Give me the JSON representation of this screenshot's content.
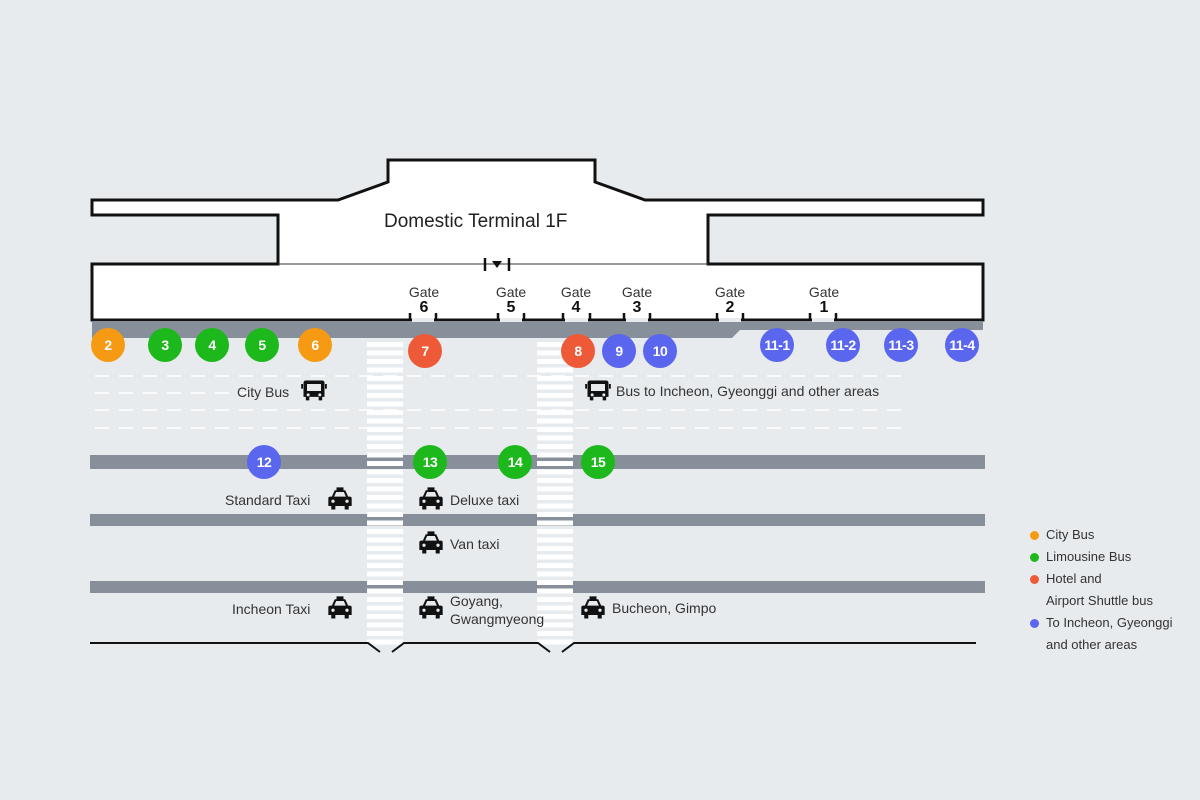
{
  "map": {
    "title": "Domestic Terminal 1F",
    "entrance_icon": "arrow-down-icon",
    "gates": [
      {
        "label": "Gate",
        "number": "6"
      },
      {
        "label": "Gate",
        "number": "5"
      },
      {
        "label": "Gate",
        "number": "4"
      },
      {
        "label": "Gate",
        "number": "3"
      },
      {
        "label": "Gate",
        "number": "2"
      },
      {
        "label": "Gate",
        "number": "1"
      }
    ],
    "stops": [
      {
        "id": "2",
        "category": "city"
      },
      {
        "id": "3",
        "category": "limousine"
      },
      {
        "id": "4",
        "category": "limousine"
      },
      {
        "id": "5",
        "category": "limousine"
      },
      {
        "id": "6",
        "category": "city"
      },
      {
        "id": "7",
        "category": "shuttle"
      },
      {
        "id": "8",
        "category": "shuttle"
      },
      {
        "id": "9",
        "category": "regional"
      },
      {
        "id": "10",
        "category": "regional"
      },
      {
        "id": "11-1",
        "category": "regional"
      },
      {
        "id": "11-2",
        "category": "regional"
      },
      {
        "id": "11-3",
        "category": "regional"
      },
      {
        "id": "11-4",
        "category": "regional"
      },
      {
        "id": "12",
        "category": "regional"
      },
      {
        "id": "13",
        "category": "limousine"
      },
      {
        "id": "14",
        "category": "limousine"
      },
      {
        "id": "15",
        "category": "limousine"
      }
    ],
    "zones": [
      {
        "label": "City Bus",
        "icon": "bus-icon"
      },
      {
        "label": "Bus to Incheon, Gyeonggi and other areas",
        "icon": "bus-icon"
      },
      {
        "label": "Standard Taxi",
        "icon": "taxi-icon"
      },
      {
        "label": "Deluxe taxi",
        "icon": "taxi-icon"
      },
      {
        "label": "Van taxi",
        "icon": "taxi-icon"
      },
      {
        "label": "Incheon Taxi",
        "icon": "taxi-icon"
      },
      {
        "label": "Goyang,\nGwangmyeong",
        "icon": "taxi-icon"
      },
      {
        "label": "Bucheon, Gimpo",
        "icon": "taxi-icon"
      }
    ]
  },
  "legend": {
    "items": [
      {
        "category": "city",
        "label": "City Bus"
      },
      {
        "category": "limousine",
        "label": "Limousine Bus"
      },
      {
        "category": "shuttle",
        "label": "Hotel and\nAirport Shuttle bus"
      },
      {
        "category": "regional",
        "label": "To Incheon, Gyeonggi\nand other areas"
      }
    ]
  },
  "colors": {
    "city": "#f59a12",
    "limousine": "#1cb81c",
    "shuttle": "#ee5a38",
    "regional": "#5a66ee",
    "road": "#87909a",
    "background": "#e8ebee"
  }
}
